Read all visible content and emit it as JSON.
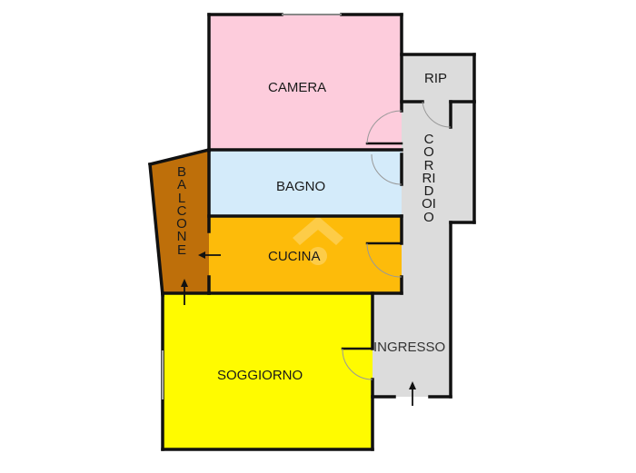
{
  "rooms": {
    "camera": {
      "label": "CAMERA",
      "color": "#FDCCDC"
    },
    "bagno": {
      "label": "BAGNO",
      "color": "#D4EBFA"
    },
    "cucina": {
      "label": "CUCINA",
      "color": "#FDBB0A"
    },
    "balcone": {
      "label": "BALCONE",
      "color": "#BE6F0A"
    },
    "soggiorno": {
      "label": "SOGGIORNO",
      "color": "#FFFB00"
    },
    "rip": {
      "label": "RIP",
      "color": "#DCDCDC"
    },
    "corridoio": {
      "label": "CORRIDOIO",
      "color": "#DCDCDC"
    },
    "ingresso": {
      "label": "INGRESSO",
      "color": "#DCDCDC"
    }
  },
  "colors": {
    "wall": "#111111",
    "door_arc": "#999999",
    "background": "#FFFFFF"
  },
  "icons": {
    "entrance_arrow": "arrow-up-icon",
    "balcony_arrow_left": "arrow-left-icon",
    "balcony_arrow_up": "arrow-up-icon",
    "watermark": "house-watermark-icon"
  }
}
